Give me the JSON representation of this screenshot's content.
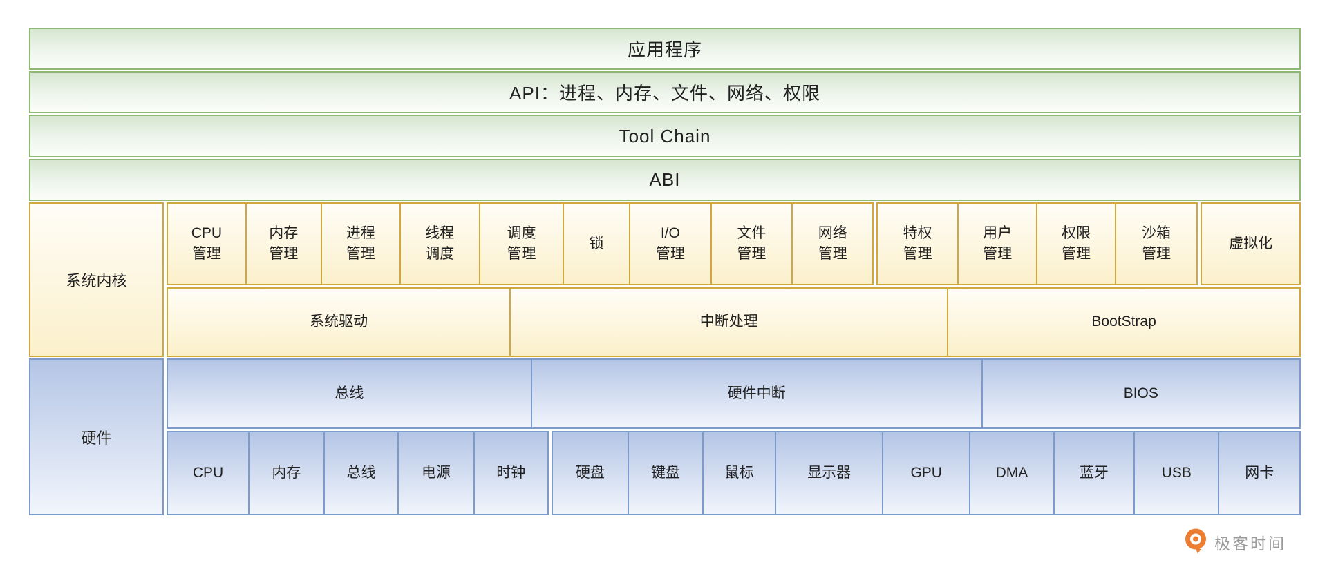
{
  "layers": {
    "app": "应用程序",
    "api": "API：进程、内存、文件、网络、权限",
    "toolchain": "Tool Chain",
    "abi": "ABI"
  },
  "kernel": {
    "label": "系统内核",
    "modules": [
      "CPU\n管理",
      "内存\n管理",
      "进程\n管理",
      "线程\n调度",
      "调度\n管理",
      "锁",
      "I/O\n管理",
      "文件\n管理",
      "网络\n管理",
      "特权\n管理",
      "用户\n管理",
      "权限\n管理",
      "沙箱\n管理",
      "虚拟化"
    ],
    "subsystems": [
      "系统驱动",
      "中断处理",
      "BootStrap"
    ]
  },
  "hardware": {
    "label": "硬件",
    "groups": [
      "总线",
      "硬件中断",
      "BIOS"
    ],
    "components": [
      "CPU",
      "内存",
      "总线",
      "电源",
      "时钟",
      "硬盘",
      "键盘",
      "鼠标",
      "显示器",
      "GPU",
      "DMA",
      "蓝牙",
      "USB",
      "网卡"
    ]
  },
  "branding": {
    "logo_text": "极客时间"
  },
  "colors": {
    "green_border": "#8eb973",
    "green_fill_top": "#d6e6d0",
    "gold_border": "#d1a840",
    "yellow_fill_bottom": "#fcf0cb",
    "blue_border": "#7d9bca",
    "blue_fill_top": "#b4c5e5",
    "logo_orange": "#ed7d31",
    "logo_text_gray": "#9b9b9b"
  }
}
